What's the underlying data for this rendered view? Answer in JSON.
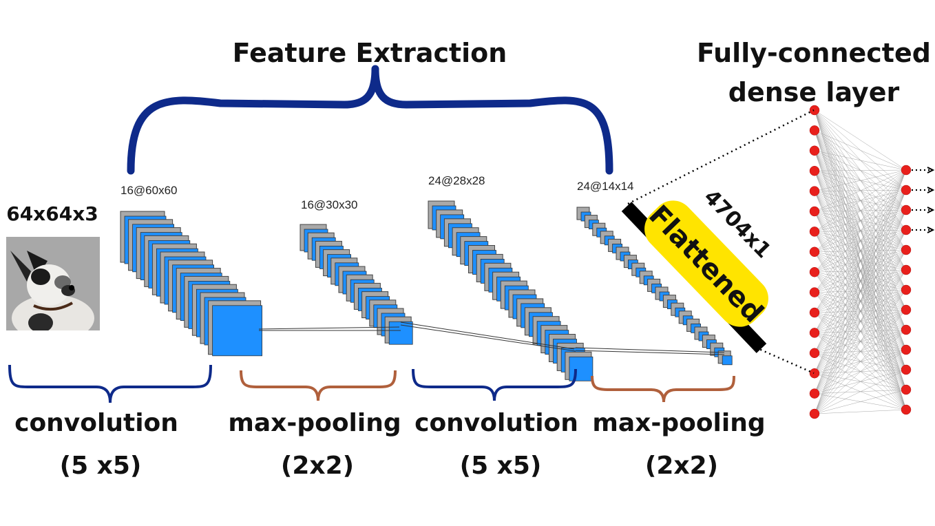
{
  "title_feature": "Feature Extraction",
  "title_dense_line1": "Fully-connected",
  "title_dense_line2": "dense layer",
  "input": {
    "label": "64x64x3",
    "image": "dog-photo"
  },
  "stacks": [
    {
      "label": "16@60x60"
    },
    {
      "label": "16@30x30"
    },
    {
      "label": "24@28x28"
    },
    {
      "label": "24@14x14"
    }
  ],
  "flattened": {
    "label": "Flattened",
    "size": "4704x1",
    "badge_color": "#ffe400"
  },
  "ops": [
    {
      "name": "convolution",
      "kernel": "(5 x5)"
    },
    {
      "name": "max-pooling",
      "kernel": "(2x2)"
    },
    {
      "name": "convolution",
      "kernel": "(5 x5)"
    },
    {
      "name": "max-pooling",
      "kernel": "(2x2)"
    }
  ],
  "dense": {
    "input_node_count": 16,
    "output_node_count": 13,
    "arrow_count": 4
  },
  "colors": {
    "brace_blue": "#0e2a8a",
    "brace_brown": "#b0603c",
    "fmap_blue": "#1e90ff",
    "fmap_gray": "#a9a9a9",
    "node_red": "#e8201c",
    "badge_yellow": "#ffe400"
  }
}
